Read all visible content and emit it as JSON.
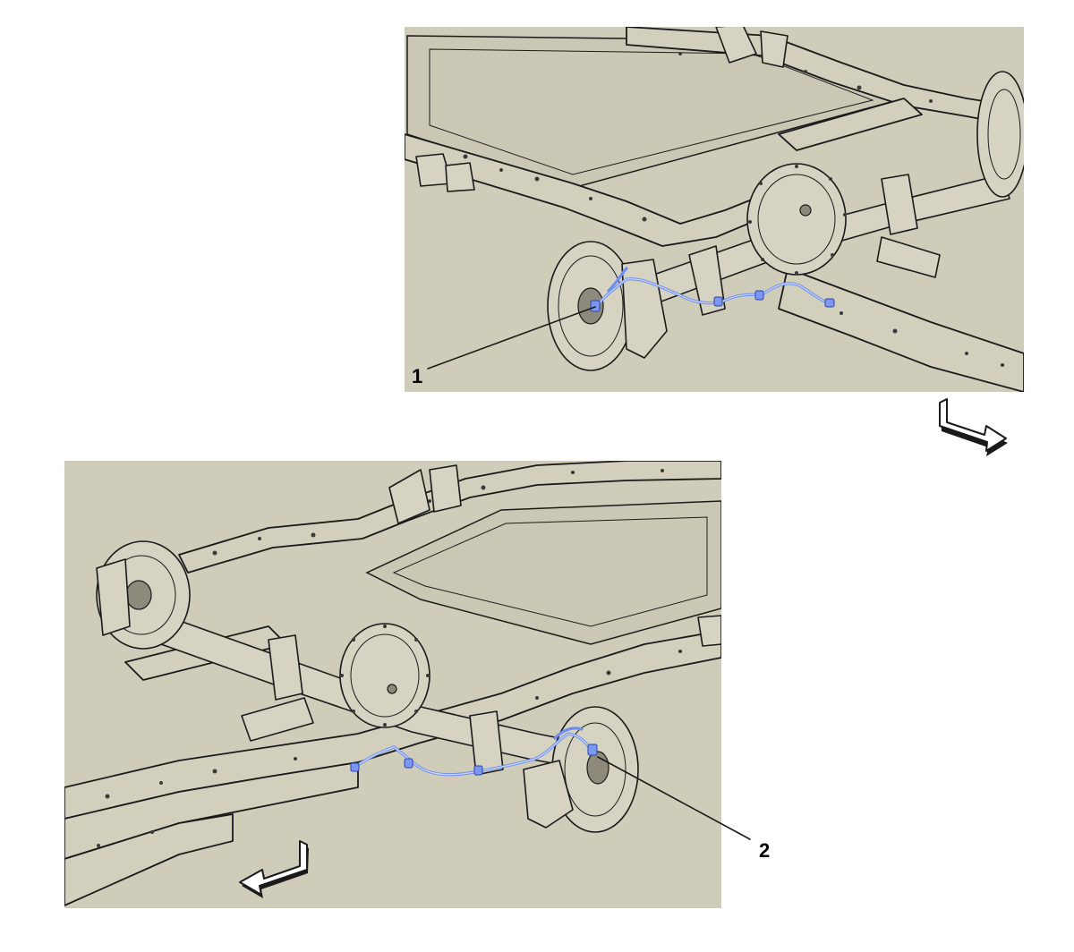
{
  "views": [
    {
      "id": "upper",
      "callout": {
        "number": "1"
      },
      "direction_arrow": "right-down"
    },
    {
      "id": "lower",
      "callout": {
        "number": "2"
      },
      "direction_arrow": "left-down"
    }
  ],
  "colors": {
    "background": "#ffffff",
    "frame_fill": "#d2cfbd",
    "panel_fill": "#cac7b4",
    "outline": "#1a1a1a",
    "wiring_harness": "#6f8ff0"
  }
}
